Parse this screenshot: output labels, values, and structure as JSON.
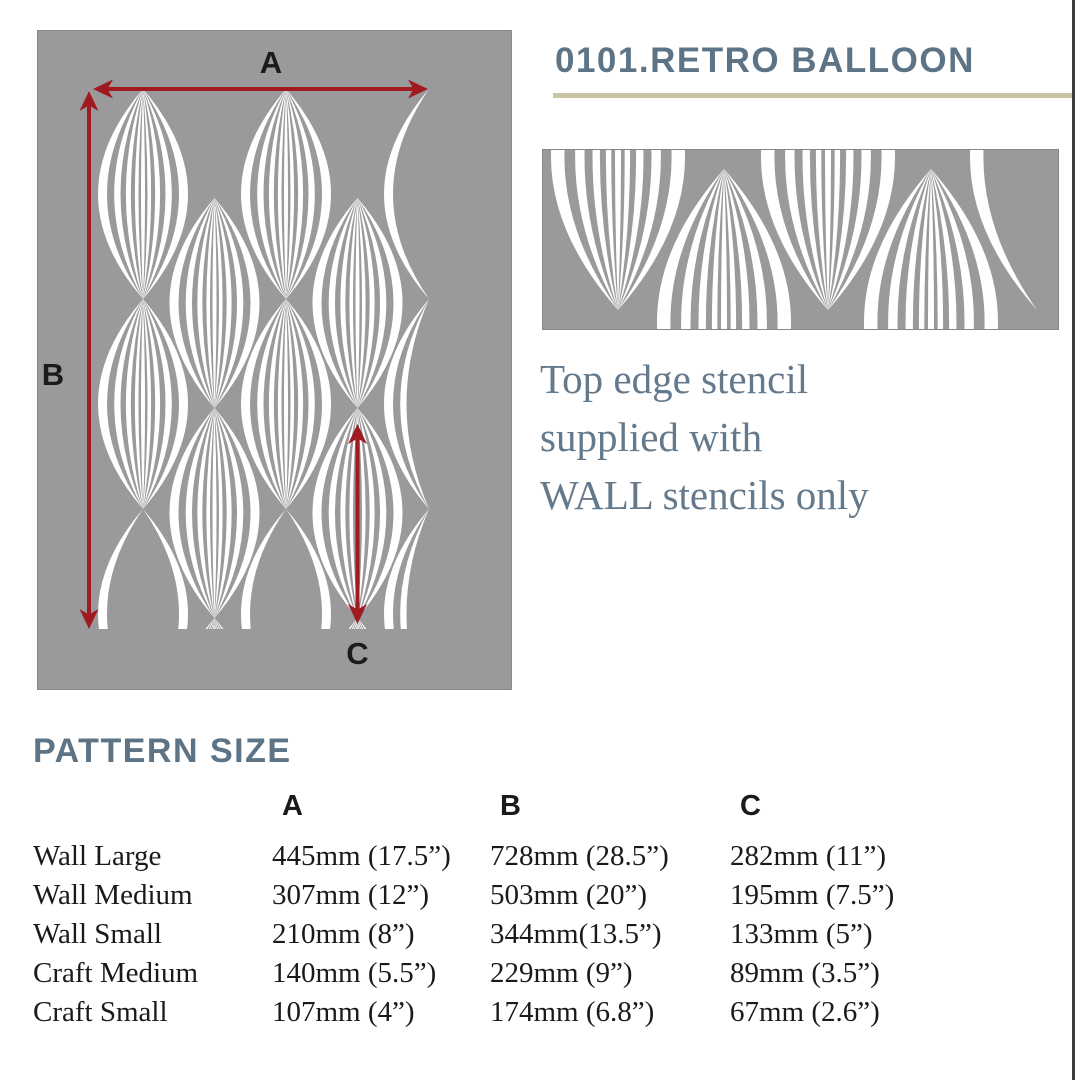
{
  "colors": {
    "stencil_gray": "#9a9a9c",
    "stencil_white": "#ffffff",
    "stencil_border": "#87888a",
    "arrow_red": "#a01b20",
    "heading_slate": "#5d7486",
    "note_slate": "#64798b",
    "rule_beige": "#cac5a3",
    "ink": "#1a1a1a",
    "page_edge_line": "#3d3d3f"
  },
  "header": {
    "title": "0101.RETRO BALLOON"
  },
  "diagram": {
    "label_a": "A",
    "label_b": "B",
    "label_c": "C"
  },
  "edge_note": {
    "line1": "Top edge stencil",
    "line2": "supplied with",
    "line3": "WALL stencils only"
  },
  "pattern_size": {
    "heading": "PATTERN SIZE",
    "col_a": "A",
    "col_b": "B",
    "col_c": "C",
    "rows": [
      {
        "label": "Wall Large",
        "a": "445mm (17.5”)",
        "b": "728mm (28.5”)",
        "c": "282mm (11”)"
      },
      {
        "label": "Wall Medium",
        "a": "307mm (12”)",
        "b": "503mm (20”)",
        "c": "195mm (7.5”)"
      },
      {
        "label": "Wall Small",
        "a": "210mm (8”)",
        "b": "344mm(13.5”)",
        "c": "133mm (5”)"
      },
      {
        "label": "Craft Medium",
        "a": "140mm (5.5”)",
        "b": "229mm (9”)",
        "c": "89mm (3.5”)"
      },
      {
        "label": "Craft Small",
        "a": "107mm (4”)",
        "b": "174mm (6.8”)",
        "c": "67mm (2.6”)"
      }
    ]
  }
}
